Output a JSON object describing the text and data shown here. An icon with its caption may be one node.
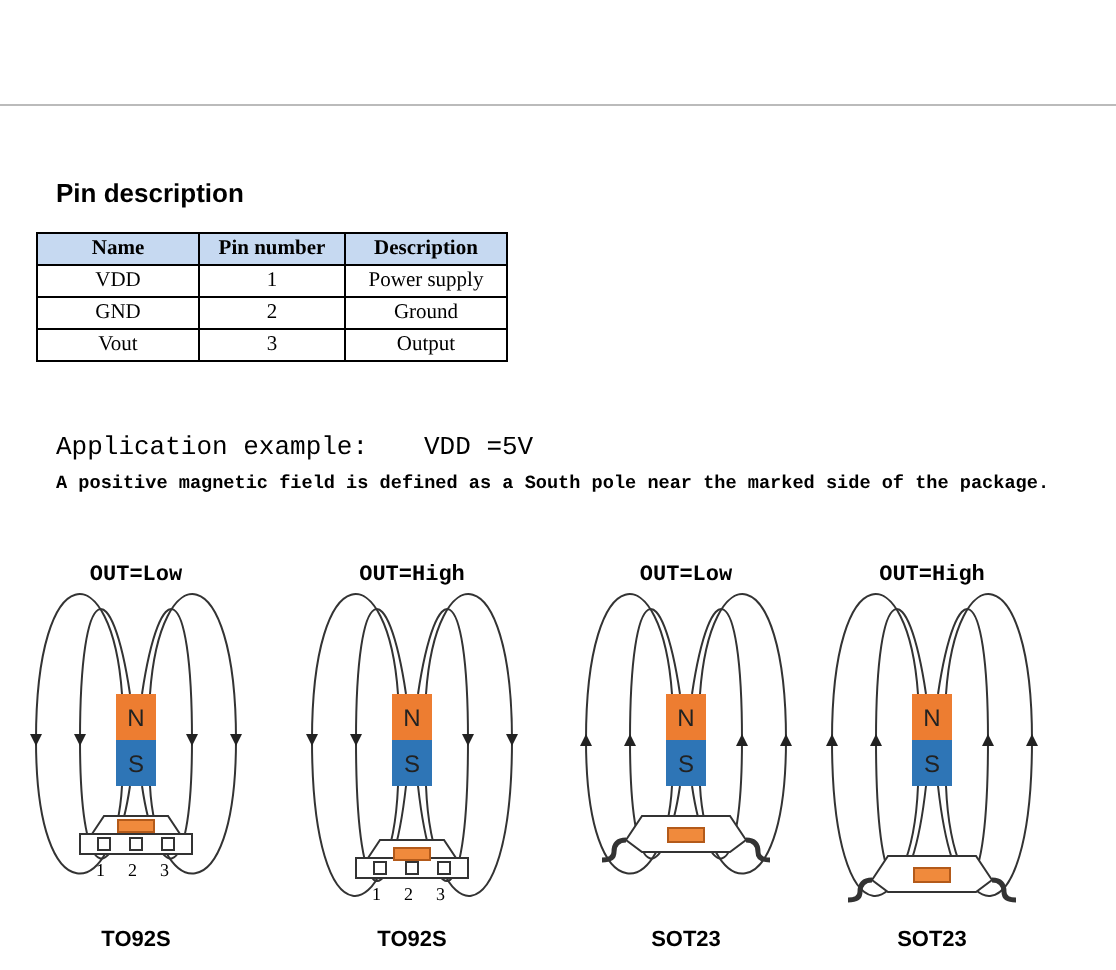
{
  "diagram": {
    "nodes": [
      {
        "text": [
          "N"
        ]
      },
      {
        "text": [
          "S"
        ]
      },
      {
        "text": [
          "N"
        ]
      },
      {
        "text": [
          "S"
        ]
      },
      {
        "text": [
          "N"
        ]
      },
      {
        "text": [
          "S"
        ]
      },
      {
        "text": [
          "N"
        ]
      },
      {
        "text": [
          "S"
        ]
      }
    ],
    "labels": [
      "Pin description",
      "Name",
      "Pin number",
      "Description",
      "VDD",
      "1",
      "Power supply",
      "GND",
      "2",
      "Ground",
      "Vout",
      "3",
      "Output",
      "Application example:",
      "VDD =5V",
      "A positive magnetic field is defined as a South pole near the marked side of the package.",
      "OUT=Low",
      "OUT=High",
      "OUT=Low",
      "OUT=High",
      "1",
      "2",
      "3",
      "1",
      "2",
      "3",
      "TO92S",
      "TO92S",
      "SOT23",
      "SOT23"
    ]
  }
}
